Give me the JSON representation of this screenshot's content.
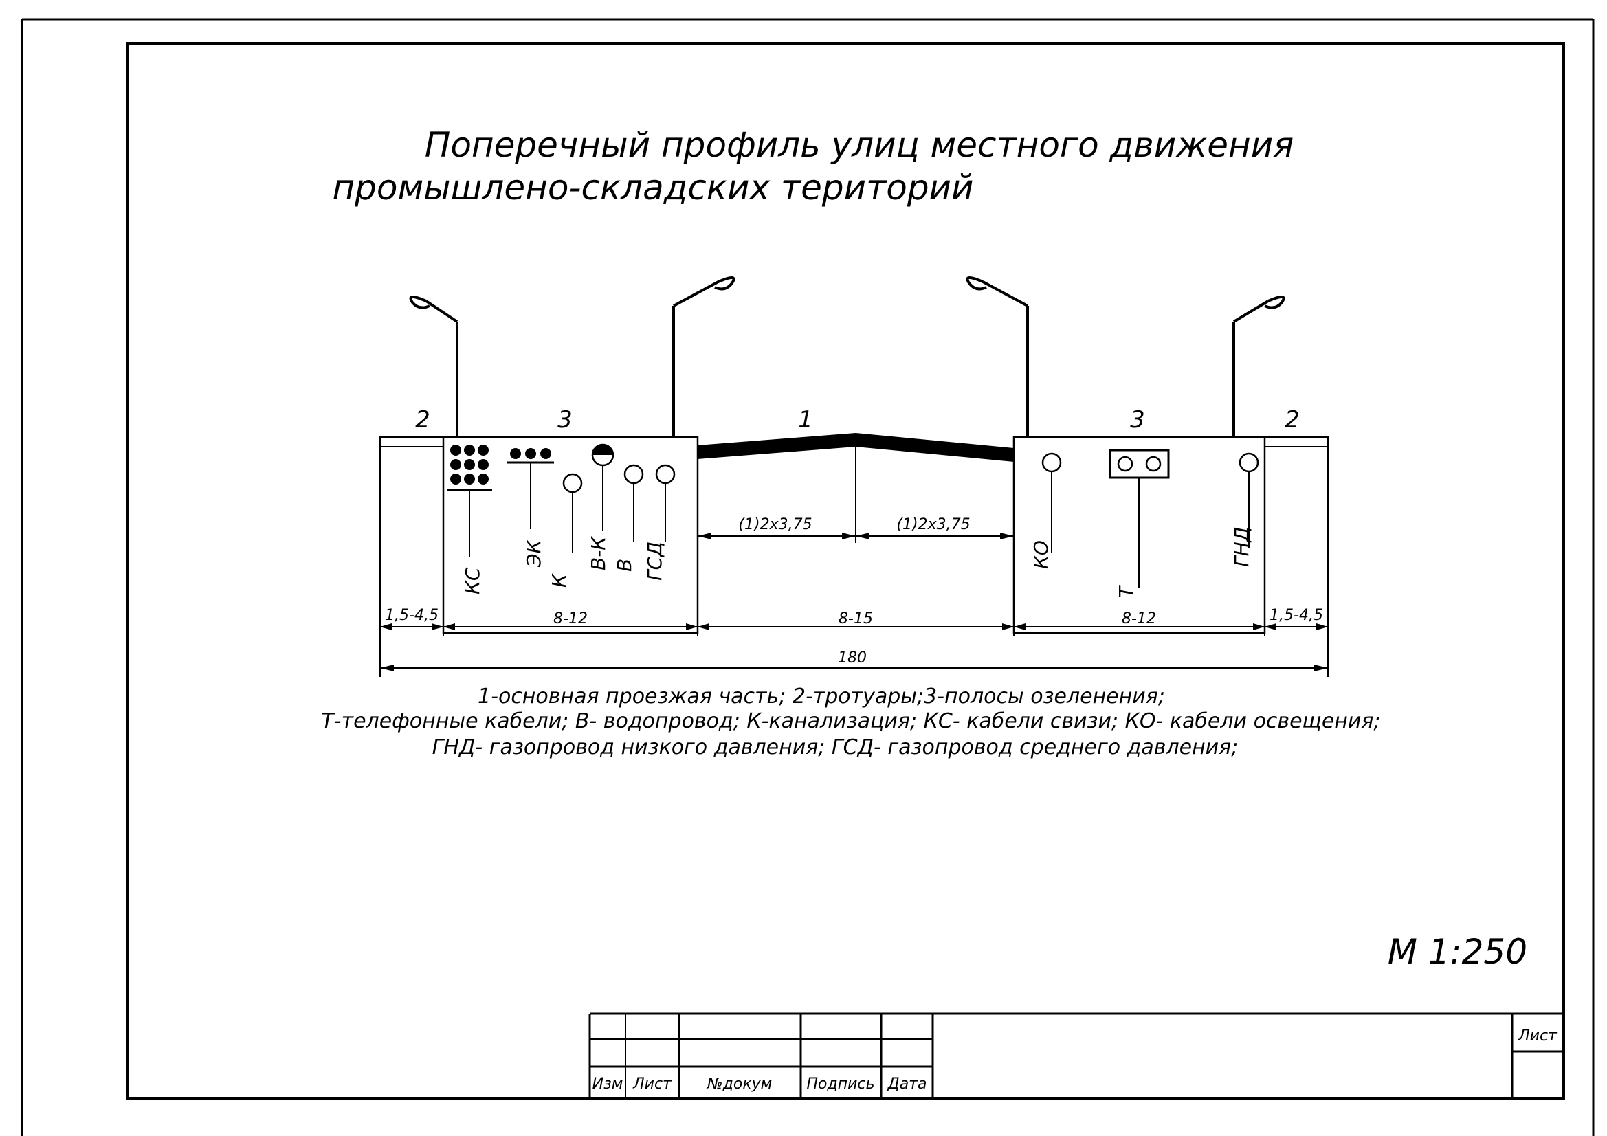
{
  "title": {
    "line1": "Поперечный профиль улиц местного движения",
    "line2": "промышлено-складских територий"
  },
  "zones": {
    "left_sidewalk": "2",
    "left_green": "3",
    "roadway": "1",
    "right_green": "3",
    "right_sidewalk": "2"
  },
  "utilities": {
    "ks": "КС",
    "ek": "ЭК",
    "k": "К",
    "vk": "В-К",
    "v": "В",
    "gsd": "ГСД",
    "ko": "КО",
    "t": "Т",
    "gnd": "ГНД"
  },
  "dimensions": {
    "lane_left": "(1)2х3,75",
    "lane_right": "(1)2х3,75",
    "sidewalk_left": "1,5-4,5",
    "green_left": "8-12",
    "roadway": "8-15",
    "green_right": "8-12",
    "sidewalk_right": "1,5-4,5",
    "total": "180"
  },
  "legend": {
    "line1": "1-основная проезжая часть; 2-тротуары;3-полосы озеленения;",
    "line2": "Т-телефонные кабели; В- водопровод; К-канализация; КС- кабели свизи; КО- кабели освещения;",
    "line3": "ГНД- газопровод низкого давления; ГСД- газопровод среднего давления;"
  },
  "scale": "М 1:250",
  "stamp": {
    "izm": "Изм",
    "list_col": "Лист",
    "dokum": "№докум",
    "podpis": "Подпись",
    "data": "Дата",
    "list": "Лист"
  }
}
